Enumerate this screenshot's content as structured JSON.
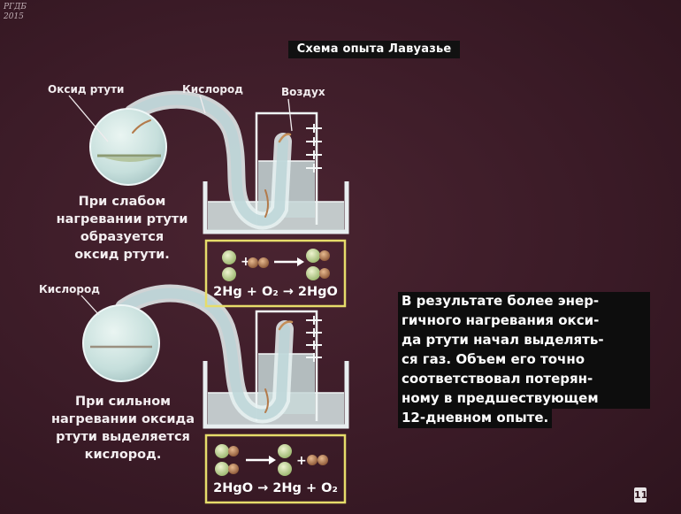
{
  "watermark": {
    "org": "РГДБ",
    "year": "2015"
  },
  "title": "Схема опыта Лавуазье",
  "labels": {
    "mercury_oxide": "Оксид ртути",
    "oxygen_top": "Кислород",
    "air": "Воздух",
    "oxygen_bottom": "Кислород"
  },
  "captions": {
    "weak": [
      "При слабом",
      "нагревании ртути",
      "образуется",
      "оксид ртути."
    ],
    "strong": [
      "При сильном",
      "нагревании оксида",
      "ртути выделяется",
      "кислород."
    ]
  },
  "equations": {
    "top": "2Hg + O₂ → 2HgO",
    "bottom": "2HgO → 2Hg + O₂"
  },
  "result_text": [
    "В результате более энер-",
    "гичного нагревания окси-",
    "да ртути начал выделять-",
    "ся газ. Объем его точно",
    "соответствовал потерян-",
    "ному в предшествующем",
    "12-дневном опыте."
  ],
  "page_number": "11",
  "colors": {
    "background": "#3b1b27",
    "glass": "#d3e6e8",
    "mercury_oxide": "#bcd29a",
    "oxygen_atom": "#b48054",
    "frame": "#e6dc6a"
  }
}
